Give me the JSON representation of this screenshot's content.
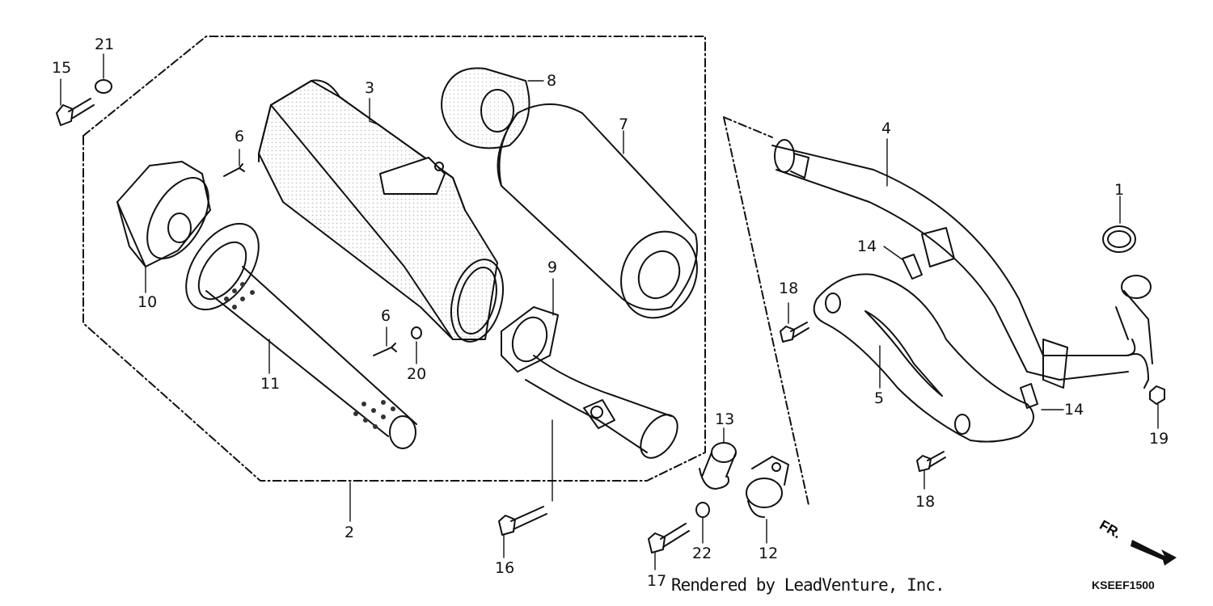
{
  "diagram": {
    "callouts": [
      "1",
      "2",
      "3",
      "4",
      "5",
      "6",
      "6",
      "7",
      "8",
      "9",
      "10",
      "11",
      "12",
      "13",
      "14",
      "14",
      "15",
      "16",
      "17",
      "18",
      "18",
      "19",
      "20",
      "21",
      "22"
    ],
    "direction_label": "FR.",
    "credit": "Rendered by LeadVenture, Inc.",
    "diagram_code": "KSEEF1500"
  }
}
